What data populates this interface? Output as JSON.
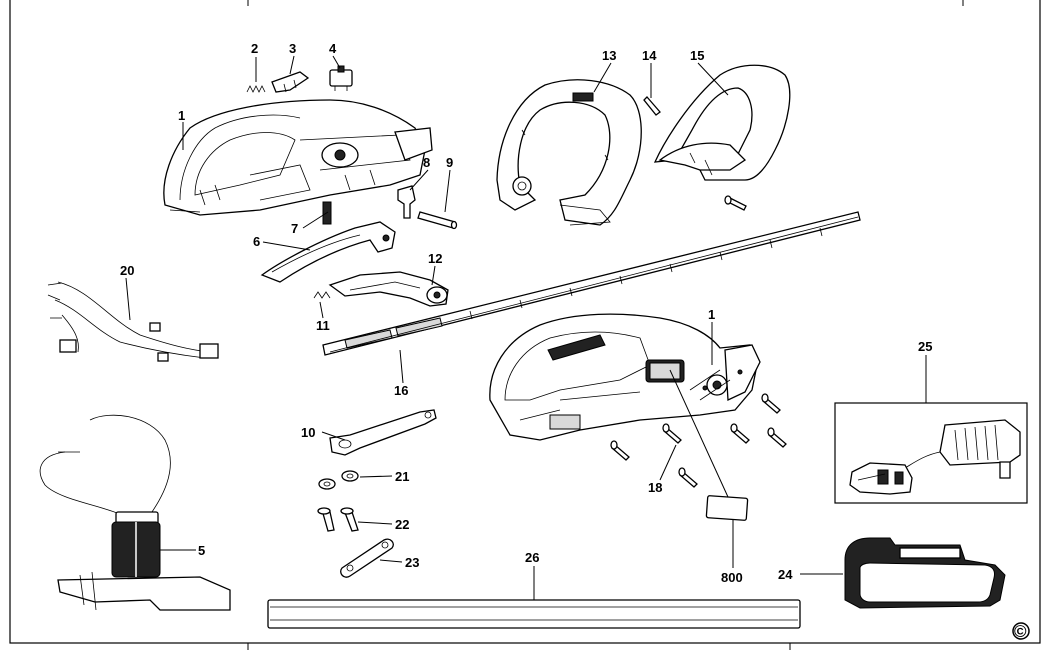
{
  "diagram": {
    "callouts": [
      "1",
      "2",
      "3",
      "4",
      "5",
      "6",
      "7",
      "8",
      "9",
      "10",
      "11",
      "12",
      "13",
      "14",
      "15",
      "16",
      "18",
      "20",
      "21",
      "22",
      "23",
      "24",
      "25",
      "26",
      "800",
      "1"
    ],
    "copyright_mark": "©",
    "colors": {
      "line": "#000000",
      "background": "#ffffff",
      "fill_dark": "#222222",
      "fill_grey": "#d9d9d9"
    }
  }
}
